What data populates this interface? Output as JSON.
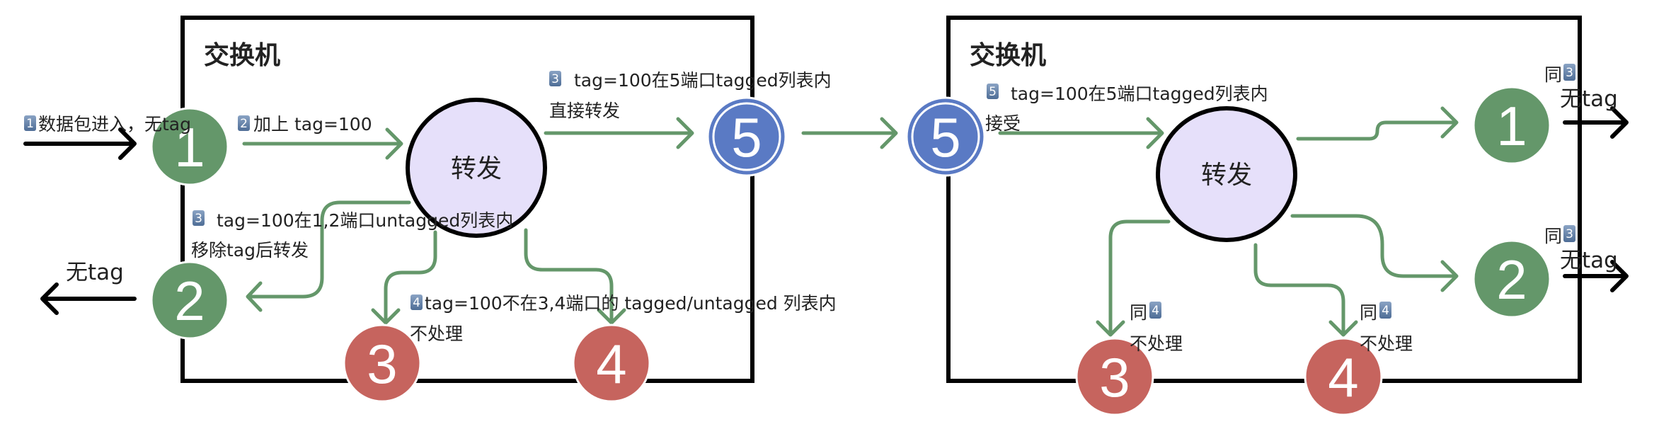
{
  "colors": {
    "port_green": "#64976a",
    "port_red": "#c6645e",
    "port_blue": "#5a7ac4",
    "forward_fill": "#e6e0fa",
    "arrow_green": "#64976a"
  },
  "left_switch": {
    "title": "交换机",
    "forward_label": "转发",
    "ports": {
      "p1": "1",
      "p2": "2",
      "p3": "3",
      "p4": "4",
      "p5": "5"
    },
    "step1": {
      "badge": "1",
      "text": "数据包进入，无tag"
    },
    "step2": {
      "badge": "2",
      "text": "加上 tag=100"
    },
    "step3a": {
      "badge": "3",
      "line1": "tag=100在5端口tagged列表内",
      "line2": "直接转发"
    },
    "step3b": {
      "badge": "3",
      "line1": "tag=100在1,2端口untagged列表内",
      "line2": "移除tag后转发"
    },
    "step4": {
      "badge": "4",
      "line1": "tag=100不在3,4端口的 tagged/untagged 列表内",
      "line2": "不处理"
    },
    "out_label": "无tag"
  },
  "right_switch": {
    "title": "交换机",
    "forward_label": "转发",
    "ports": {
      "p1": "1",
      "p2": "2",
      "p3": "3",
      "p4": "4",
      "p5": "5"
    },
    "step5": {
      "badge": "5",
      "line1": "tag=100在5端口tagged列表内",
      "line2": "接受"
    },
    "port1_note": {
      "prefix": "同",
      "badge": "3",
      "out": "无tag"
    },
    "port2_note": {
      "prefix": "同",
      "badge": "3",
      "out": "无tag"
    },
    "port3_note": {
      "prefix": "同",
      "badge": "4",
      "text": "不处理"
    },
    "port4_note": {
      "prefix": "同",
      "badge": "4",
      "text": "不处理"
    }
  }
}
